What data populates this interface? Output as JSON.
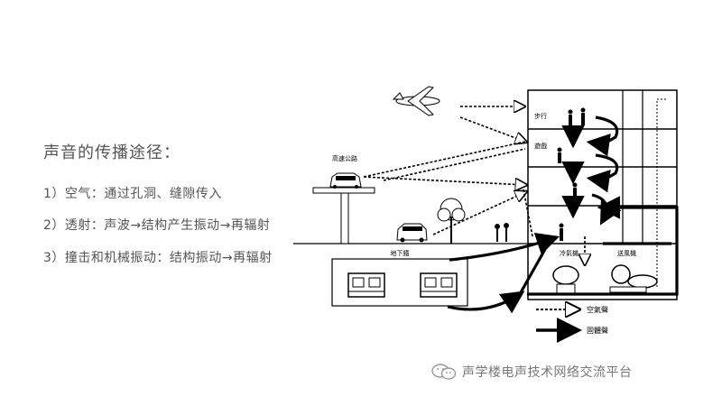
{
  "text": {
    "title": "声音的传播途径：",
    "bullets": [
      "1）空气：通过孔洞、缝隙传入",
      "2）透射：声波→结构产生振动→再辐射",
      "3）撞击和机械振动：结构振动→再辐射"
    ]
  },
  "diagram": {
    "labels": {
      "highway": "高速公路",
      "subway": "地下鐵",
      "walking": "步行",
      "play": "遊戲",
      "chiller": "冷氣機",
      "blower": "送風機"
    },
    "legend": {
      "airborne": "空氣聲",
      "structure": "固體聲"
    }
  },
  "watermark": {
    "text": "声学楼电声技术网络交流平台",
    "icon": "wechat-icon"
  }
}
